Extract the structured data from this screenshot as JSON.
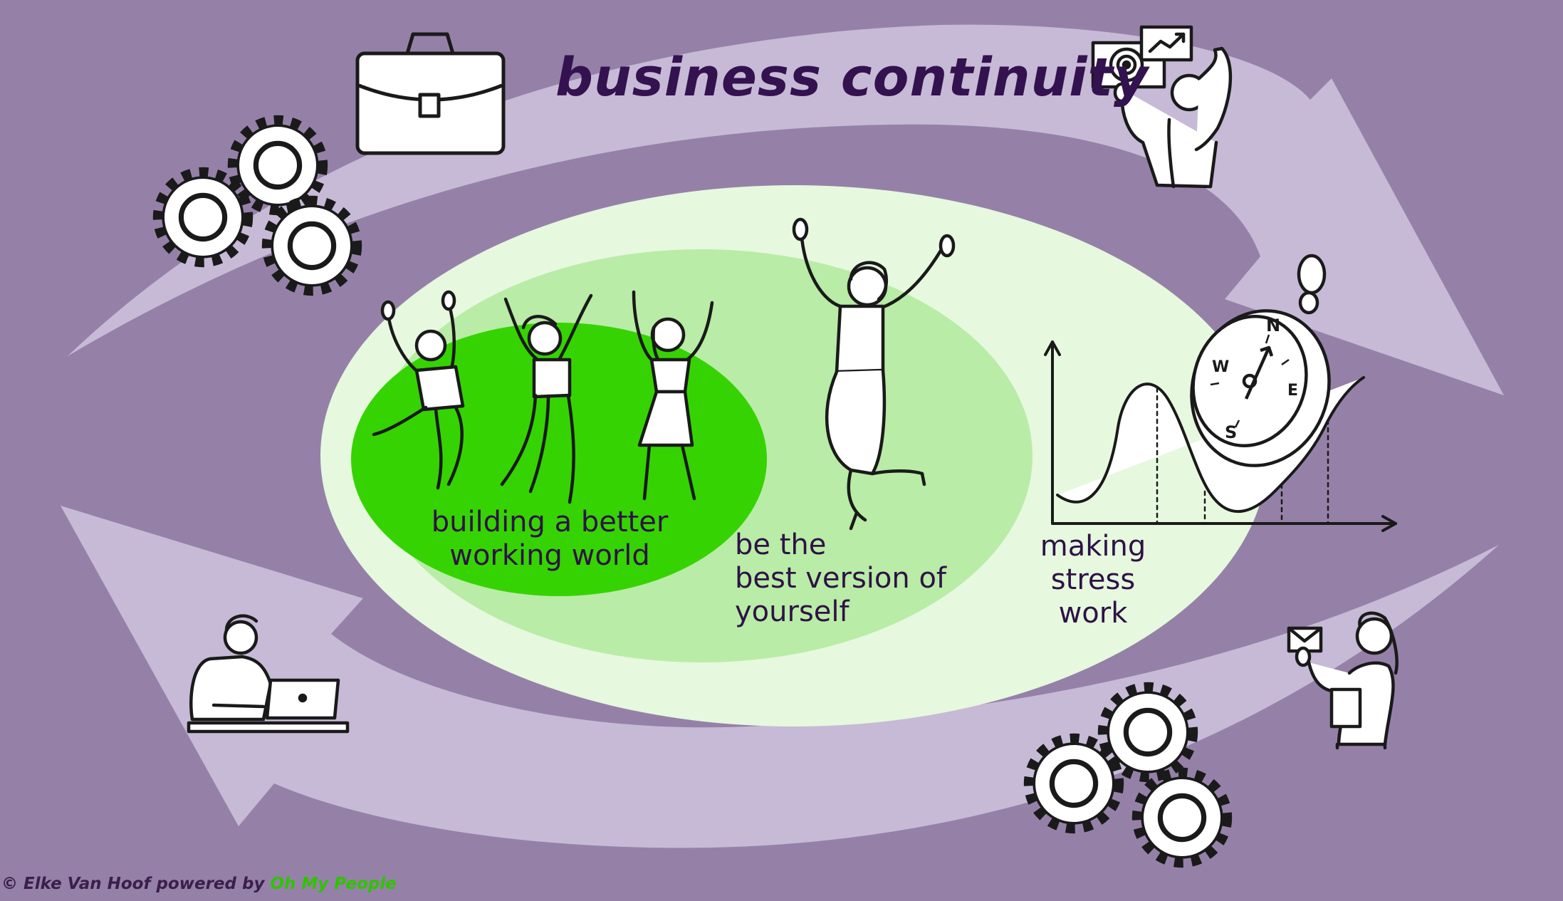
{
  "title": "business continuity",
  "labels": {
    "inner": [
      "building a better",
      "working world"
    ],
    "middle": [
      "be the",
      "best version of",
      "yourself"
    ],
    "right": [
      "making",
      "stress",
      "work"
    ]
  },
  "compass": {
    "n": "N",
    "s": "S",
    "e": "E",
    "w": "W"
  },
  "credit": {
    "text": "© Elke Van Hoof powered by",
    "brand": "Oh My People"
  },
  "colors": {
    "background": "#9581a8",
    "arrows": "#c7bad6",
    "outer_ellipse": "#e6f8de",
    "middle_ellipse": "#b9eca6",
    "inner_ellipse": "#36d303",
    "text_dark": "#2e1246",
    "brand_green": "#2fc300"
  },
  "icons": [
    "briefcase-icon",
    "gears-icon",
    "presenter-icon",
    "compass-icon",
    "stress-curve-icon",
    "laptop-worker-icon",
    "mail-worker-icon"
  ]
}
